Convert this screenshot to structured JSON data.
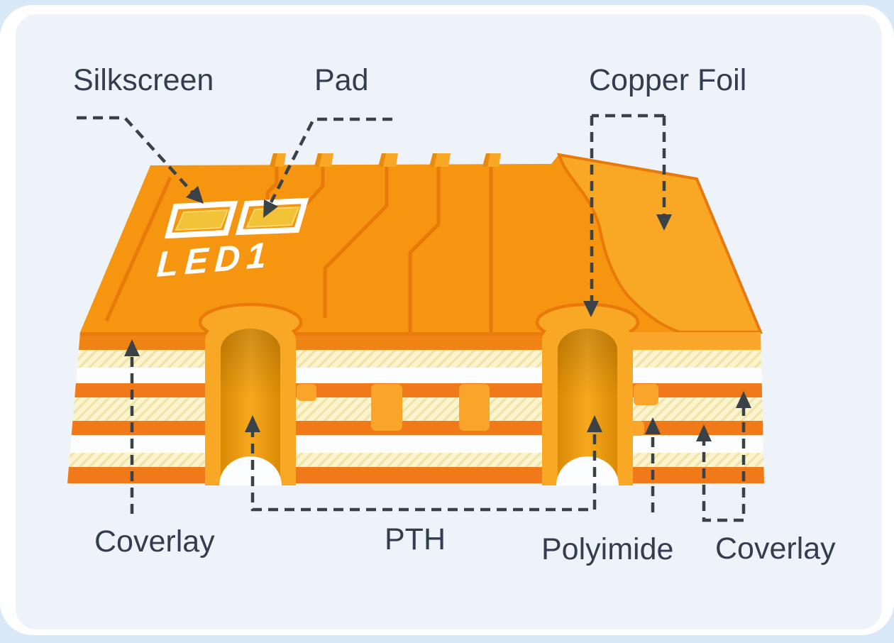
{
  "labels": {
    "silkscreen": "Silkscreen",
    "pad": "Pad",
    "copper_foil": "Copper Foil",
    "coverlay_left": "Coverlay",
    "pth": "PTH",
    "polyimide": "Polyimide",
    "coverlay_right": "Coverlay"
  },
  "board": {
    "silkscreen_ref": "LED1"
  },
  "colors": {
    "background": "#D9E8F6",
    "card": "#FFFFFF",
    "panel": "#EEF3FA",
    "label_text": "#333D4F",
    "connector": "#3A4147",
    "copper_top": "#F6950F",
    "copper_pour": "#F9A826",
    "trace_outline": "#E8790A",
    "copper_stripe": "#F0791A",
    "coverlay_cream": "#FBF5CF",
    "coverlay_white": "#FCFDFF",
    "silkscreen_white": "#FFFFFF",
    "pad_gold": "#F2C338"
  }
}
